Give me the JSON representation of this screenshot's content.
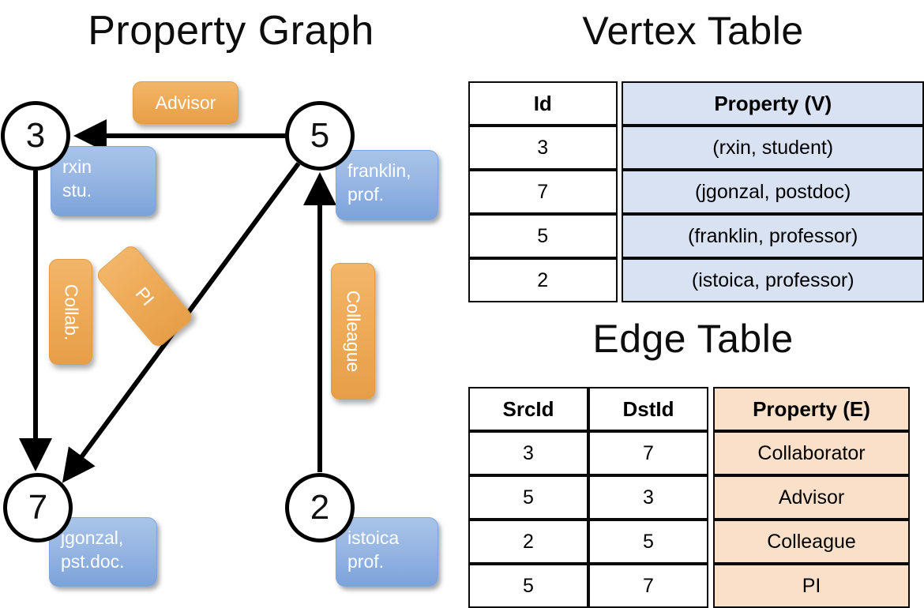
{
  "titles": {
    "graph": "Property Graph",
    "vertex_table": "Vertex Table",
    "edge_table": "Edge Table"
  },
  "graph": {
    "nodes": [
      {
        "id": "3",
        "property_label": "rxin\nstu.",
        "line1": "rxin",
        "line2": "stu."
      },
      {
        "id": "5",
        "property_label": "franklin,\nprof.",
        "line1": "franklin,",
        "line2": "prof."
      },
      {
        "id": "7",
        "property_label": "jgonzal,\npst.doc.",
        "line1": "jgonzal,",
        "line2": "pst.doc."
      },
      {
        "id": "2",
        "property_label": "istoica\nprof.",
        "line1": "istoica",
        "line2": "prof."
      }
    ],
    "edge_labels": [
      {
        "name": "advisor",
        "text": "Advisor",
        "orientation": "horizontal"
      },
      {
        "name": "collab",
        "text": "Collab.",
        "orientation": "vertical"
      },
      {
        "name": "pi",
        "text": "PI",
        "orientation": "diagonal"
      },
      {
        "name": "colleague",
        "text": "Colleague",
        "orientation": "vertical"
      }
    ],
    "edges": [
      {
        "src": "5",
        "dst": "3",
        "label": "Advisor"
      },
      {
        "src": "3",
        "dst": "7",
        "label": "Collab."
      },
      {
        "src": "5",
        "dst": "7",
        "label": "PI"
      },
      {
        "src": "2",
        "dst": "5",
        "label": "Colleague"
      }
    ]
  },
  "vertex_table": {
    "headers": [
      "Id",
      "Property (V)"
    ],
    "rows": [
      {
        "id": "3",
        "property": "(rxin, student)"
      },
      {
        "id": "7",
        "property": "(jgonzal, postdoc)"
      },
      {
        "id": "5",
        "property": "(franklin, professor)"
      },
      {
        "id": "2",
        "property": "(istoica, professor)"
      }
    ]
  },
  "edge_table": {
    "headers": [
      "SrcId",
      "DstId",
      "Property (E)"
    ],
    "rows": [
      {
        "src": "3",
        "dst": "7",
        "property": "Collaborator"
      },
      {
        "src": "5",
        "dst": "3",
        "property": "Advisor"
      },
      {
        "src": "2",
        "dst": "5",
        "property": "Colleague"
      },
      {
        "src": "5",
        "dst": "7",
        "property": "PI"
      }
    ]
  },
  "colors": {
    "vertex_property_fill": "#d9e2f3",
    "edge_property_fill": "#fae0c8",
    "node_property_box": "#8fb2e0",
    "edge_label_box": "#efab58",
    "border": "#0a0a0a",
    "background": "#ffffff"
  }
}
